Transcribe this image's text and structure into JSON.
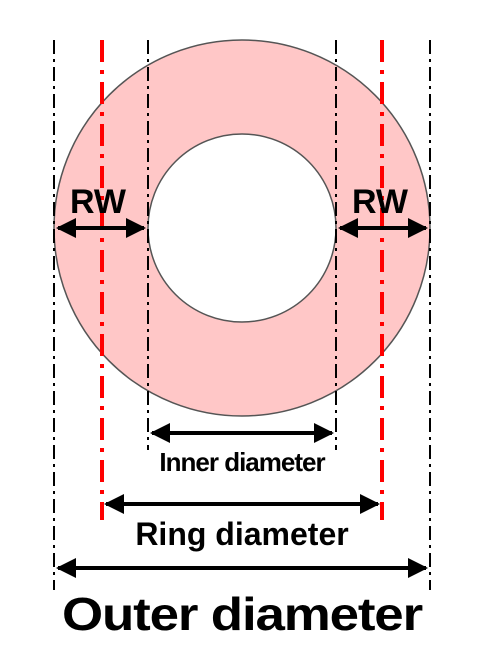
{
  "diagram": {
    "labels": {
      "rw_left": "RW",
      "rw_right": "RW",
      "inner_diameter": "Inner diameter",
      "ring_diameter": "Ring diameter",
      "outer_diameter": "Outer diameter"
    },
    "colors": {
      "ring_fill": "#ffc7c7",
      "ring_stroke": "#555555",
      "hole_fill": "#ffffff",
      "ring_centerline": "#ff0000",
      "edge_lines": "#000000",
      "arrows": "#000000"
    }
  }
}
